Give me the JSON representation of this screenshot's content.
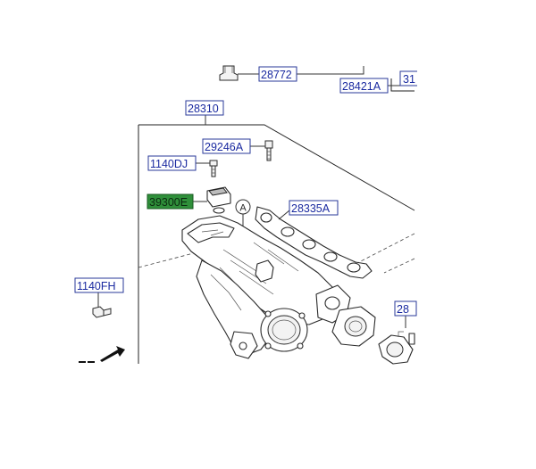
{
  "callouts": {
    "p28772": "28772",
    "p28421a": "28421A",
    "p31_partial": "31",
    "p28310": "28310",
    "p29246a": "29246A",
    "p1140dj": "1140DJ",
    "p39300e": "39300E",
    "p28335a": "28335A",
    "p1140fh": "1140FH",
    "p28_partial": "28",
    "ref_a": "A"
  },
  "colors": {
    "label_text": "#1a2aa0",
    "label_border": "#2a3a9a",
    "highlight_fill": "#2f8f3a"
  },
  "icons": {
    "front_arrow": "arrow-down-left-icon"
  }
}
